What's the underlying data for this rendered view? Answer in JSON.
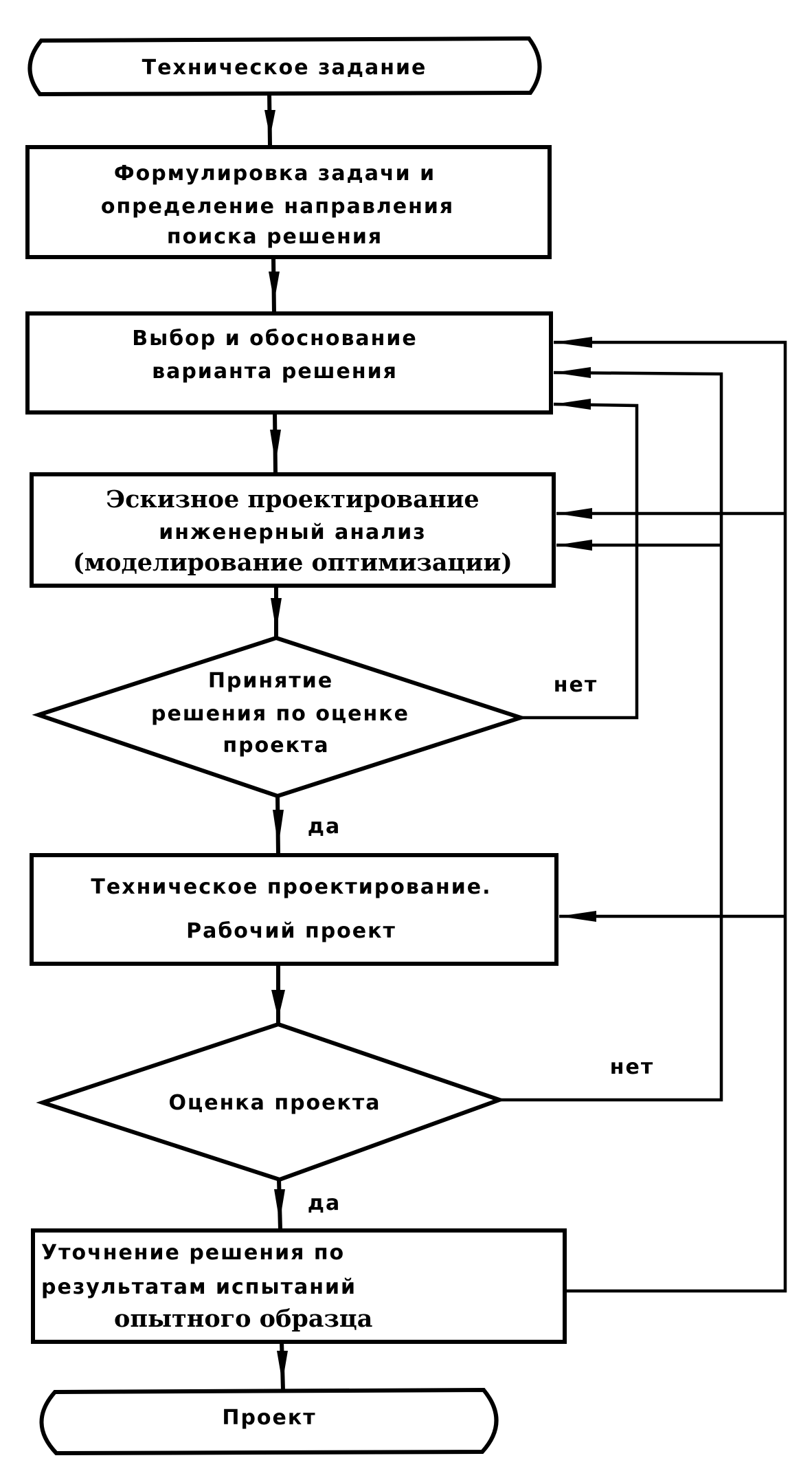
{
  "diagram": {
    "type": "flowchart",
    "language": "ru",
    "colors": {
      "line": "#000000",
      "background": "#ffffff"
    },
    "nodes": [
      {
        "id": "start",
        "shape": "terminal",
        "lines": [
          "Техническое задание"
        ]
      },
      {
        "id": "formulation",
        "shape": "process",
        "lines": [
          "Формулировка задачи и",
          "определение направления",
          "поиска решения"
        ]
      },
      {
        "id": "choice",
        "shape": "process",
        "lines": [
          "Выбор и обоснование",
          "варианта решения"
        ]
      },
      {
        "id": "sketch",
        "shape": "process",
        "lines": [
          "Эскизное проектирование",
          "инженерный анализ",
          "(моделирование оптимизации)"
        ]
      },
      {
        "id": "decision1",
        "shape": "decision",
        "lines": [
          "Принятие",
          "решения по оценке",
          "проекта"
        ]
      },
      {
        "id": "technical",
        "shape": "process",
        "lines": [
          "Техническое проектирование.",
          "Рабочий проект"
        ]
      },
      {
        "id": "decision2",
        "shape": "decision",
        "lines": [
          "Оценка проекта"
        ]
      },
      {
        "id": "refinement",
        "shape": "process",
        "lines": [
          "Уточнение решения по",
          "результатам испытаний",
          "опытного образца"
        ]
      },
      {
        "id": "end",
        "shape": "terminal",
        "lines": [
          "Проект"
        ]
      }
    ],
    "edges": [
      {
        "from": "start",
        "to": "formulation",
        "label": ""
      },
      {
        "from": "formulation",
        "to": "choice",
        "label": ""
      },
      {
        "from": "choice",
        "to": "sketch",
        "label": ""
      },
      {
        "from": "sketch",
        "to": "decision1",
        "label": ""
      },
      {
        "from": "decision1",
        "to": "technical",
        "label": "да"
      },
      {
        "from": "decision1",
        "to": "choice",
        "label": "нет"
      },
      {
        "from": "technical",
        "to": "decision2",
        "label": ""
      },
      {
        "from": "decision2",
        "to": "refinement",
        "label": "да"
      },
      {
        "from": "decision2",
        "to": "choice",
        "label": "нет"
      },
      {
        "from": "decision2",
        "to": "sketch",
        "label": ""
      },
      {
        "from": "refinement",
        "to": "choice",
        "label": ""
      },
      {
        "from": "refinement",
        "to": "sketch",
        "label": ""
      },
      {
        "from": "refinement",
        "to": "technical",
        "label": ""
      },
      {
        "from": "refinement",
        "to": "end",
        "label": ""
      }
    ],
    "labels": {
      "yes": "да",
      "no": "нет"
    }
  }
}
